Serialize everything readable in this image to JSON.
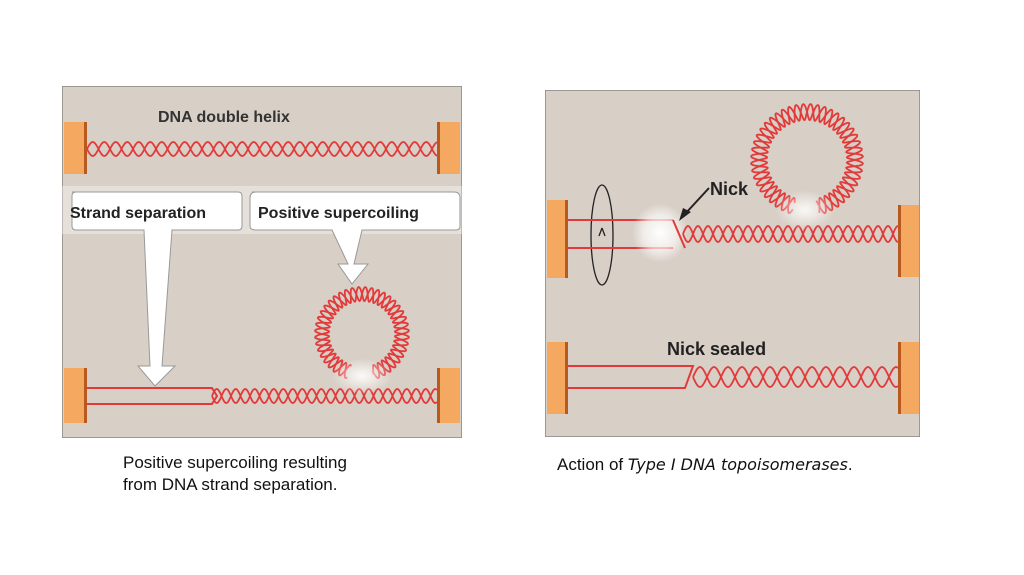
{
  "left": {
    "title": "DNA double helix",
    "callout_strand": "Strand separation",
    "callout_supercoil": "Positive supercoiling",
    "caption_line1": "Positive supercoiling resulting",
    "caption_line2": "from DNA strand separation."
  },
  "right": {
    "nick_label": "Nick",
    "sealed_label": "Nick sealed",
    "caption_prefix": "Action of ",
    "caption_italic": "Type I DNA topoisomerases",
    "caption_suffix": "."
  },
  "colors": {
    "panel_bg": "#d8cfc6",
    "helix": "#e23a3a",
    "clamp": "#f5a860",
    "callout_bg": "#ffffff"
  }
}
